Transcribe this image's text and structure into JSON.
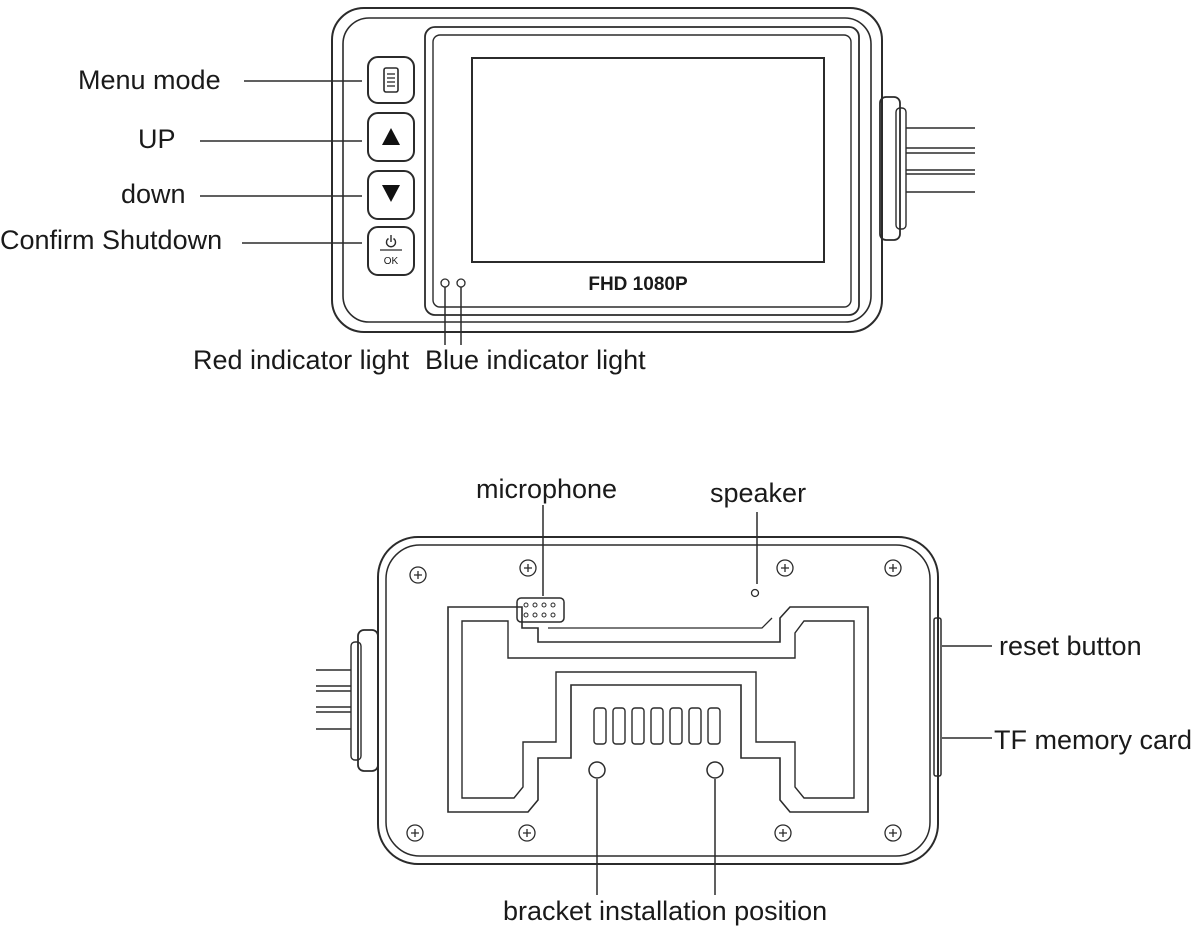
{
  "front": {
    "buttons": {
      "menu": "Menu mode",
      "up": "UP",
      "down": "down",
      "confirm": "Confirm Shutdown"
    },
    "ok_key": "OK",
    "screen_caption": "FHD 1080P",
    "red_light": "Red indicator light",
    "blue_light": "Blue indicator light"
  },
  "back": {
    "microphone": "microphone",
    "speaker": "speaker",
    "reset": "reset button",
    "tf_card": "TF memory card",
    "bracket": "bracket installation position"
  },
  "colors": {
    "line": "#2b2b2b",
    "background": "#ffffff"
  },
  "icons": [
    "menu-icon",
    "up-triangle-icon",
    "down-triangle-icon",
    "power-icon",
    "screw-icon"
  ]
}
